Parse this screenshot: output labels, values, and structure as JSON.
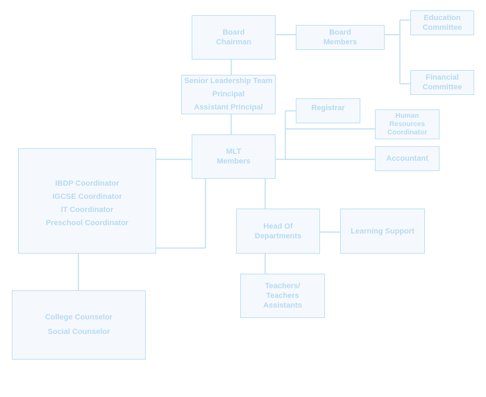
{
  "chart": {
    "board_chairman": [
      "Board",
      "Chairman"
    ],
    "board_members": [
      "Board",
      "Members"
    ],
    "education_committee": [
      "Education",
      "Committee"
    ],
    "financial_committee": [
      "Financial",
      "Committee"
    ],
    "senior_leadership": [
      "Senior Leadership Team",
      "Principal",
      "Assistant Principal"
    ],
    "registrar": "Registrar",
    "hr_coordinator": [
      "Human",
      "Resources",
      "Coordinator"
    ],
    "mlt_members": [
      "MLT",
      "Members"
    ],
    "accountant": "Accountant",
    "coordinators": [
      "IBDP  Coordinator",
      "IGCSE  Coordinator",
      "IT Coordinator",
      "Preschool Coordinator"
    ],
    "head_of_departments": [
      "Head Of",
      "Departments"
    ],
    "learning_support": "Learning Support",
    "teachers": [
      "Teachers/",
      "Teachers",
      "Assistants"
    ],
    "counselors": [
      "College Counselor",
      "Social Counselor"
    ]
  },
  "colors": {
    "border": "#bcdff3",
    "fill": "#f5f9fd",
    "text": "#b6daf1"
  }
}
